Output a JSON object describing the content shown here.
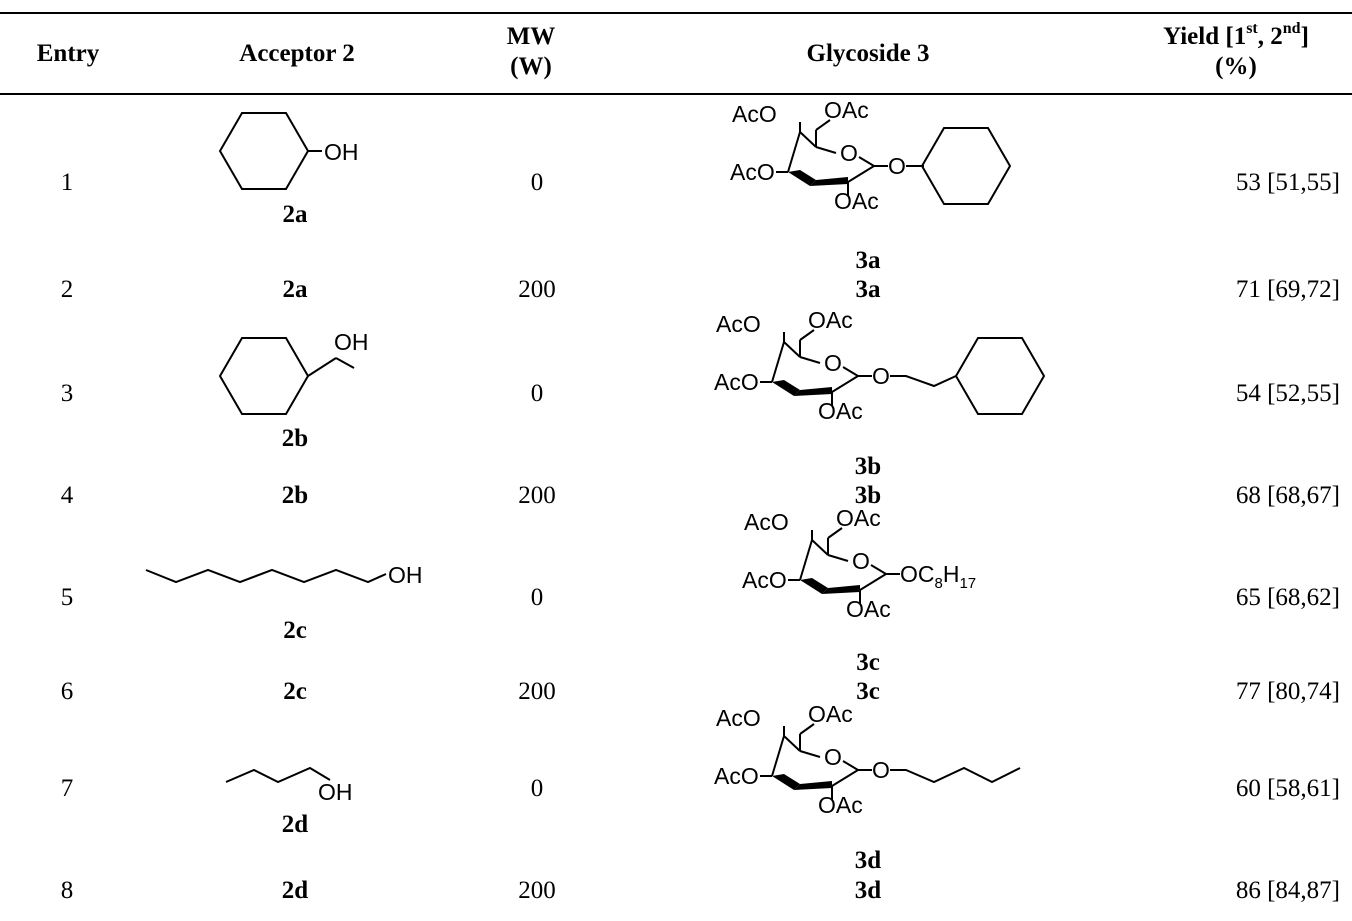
{
  "table": {
    "headers": {
      "entry": "Entry",
      "acceptor": "Acceptor 2",
      "mw_line1": "MW",
      "mw_line2": "(W)",
      "glycoside": "Glycoside 3",
      "yield_prefix": "Yield [1",
      "yield_sup1": "st",
      "yield_mid": ", 2",
      "yield_sup2": "nd",
      "yield_suffix": "]",
      "yield_unit": "(%)"
    },
    "rows": [
      {
        "entry": "1",
        "acceptor": "2a",
        "mw": "0",
        "glycoside": "3a",
        "yield": "53 [51,55]"
      },
      {
        "entry": "2",
        "acceptor": "2a",
        "mw": "200",
        "glycoside": "3a",
        "yield": "71 [69,72]"
      },
      {
        "entry": "3",
        "acceptor": "2b",
        "mw": "0",
        "glycoside": "3b",
        "yield": "54 [52,55]"
      },
      {
        "entry": "4",
        "acceptor": "2b",
        "mw": "200",
        "glycoside": "3b",
        "yield": "68 [68,67]"
      },
      {
        "entry": "5",
        "acceptor": "2c",
        "mw": "0",
        "glycoside": "3c",
        "yield": "65 [68,62]"
      },
      {
        "entry": "6",
        "acceptor": "2c",
        "mw": "200",
        "glycoside": "3c",
        "yield": "77 [80,74]"
      },
      {
        "entry": "7",
        "acceptor": "2d",
        "mw": "0",
        "glycoside": "3d",
        "yield": "60 [58,61]"
      },
      {
        "entry": "8",
        "acceptor": "2d",
        "mw": "200",
        "glycoside": "3d",
        "yield": "86 [84,87]"
      }
    ]
  },
  "structure_labels": {
    "oh": "OH",
    "aco": "AcO",
    "oac": "OAc",
    "o": "O",
    "oc8_main": "OC",
    "oc8_sub1": "8",
    "oc8_h": "H",
    "oc8_sub2": "17"
  }
}
